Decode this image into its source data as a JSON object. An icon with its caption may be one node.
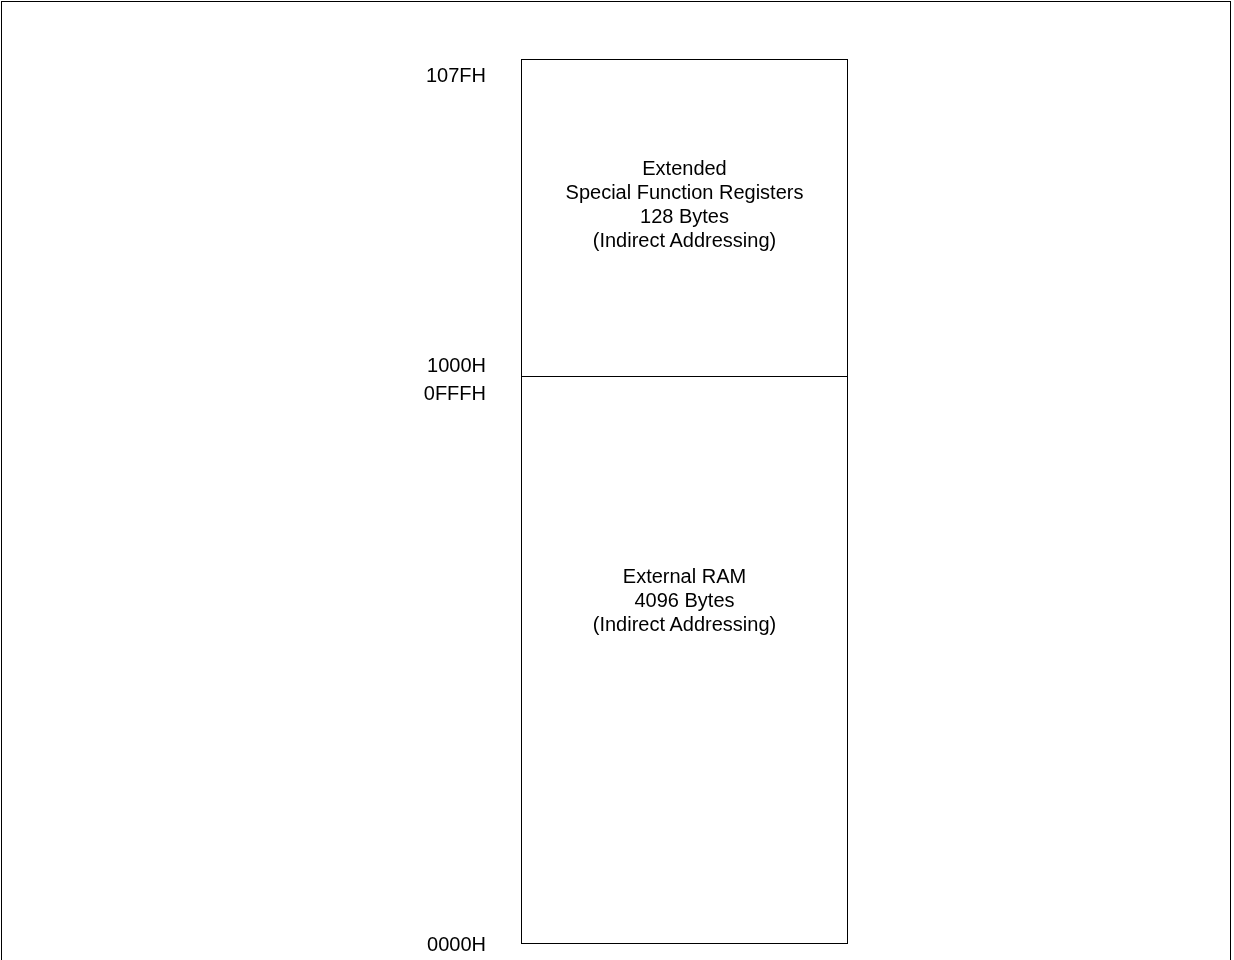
{
  "diagram": {
    "nodes": [
      {
        "text": [
          "Extended Special Function Registers 128 Bytes (Indirect Addressing)"
        ]
      },
      {
        "text": [
          "External RAM 4096 Bytes (Indirect Addressing)"
        ]
      }
    ],
    "labels": [
      "107FH",
      "1000H",
      "0FFFH",
      "0000H"
    ]
  }
}
